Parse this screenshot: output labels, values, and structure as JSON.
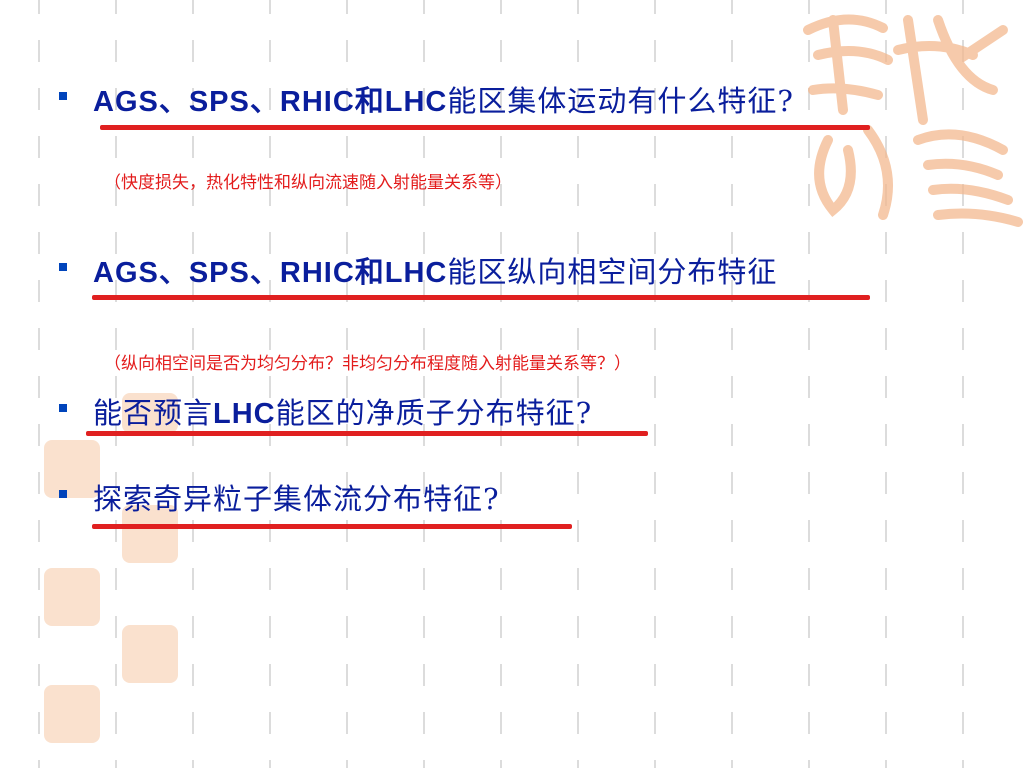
{
  "slide": {
    "items": [
      {
        "latin": "AGS、SPS、RHIC和LHC",
        "rest": "能区集体运动有什么特征?",
        "note": "（快度损失，热化特性和纵向流速随入射能量关系等）"
      },
      {
        "latin": "AGS、SPS、RHIC和LHC",
        "rest": "能区纵向相空间分布特征",
        "note": "（纵向相空间是否为均匀分布？非均匀分布程度随入射能量关系等？）"
      },
      {
        "pre": "能否预言",
        "latin": "LHC",
        "rest": "能区的净质子分布特征?"
      },
      {
        "rest": "探索奇异粒子集体流分布特征?"
      }
    ]
  },
  "colors": {
    "text": "#0a1e9c",
    "underline": "#e02020",
    "note": "#e31c1c",
    "bullet": "#0044bb",
    "seal": "#f6c9a5"
  },
  "icons": {
    "bullet": "square-bullet-icon",
    "seal": "seal-stamp-icon"
  }
}
